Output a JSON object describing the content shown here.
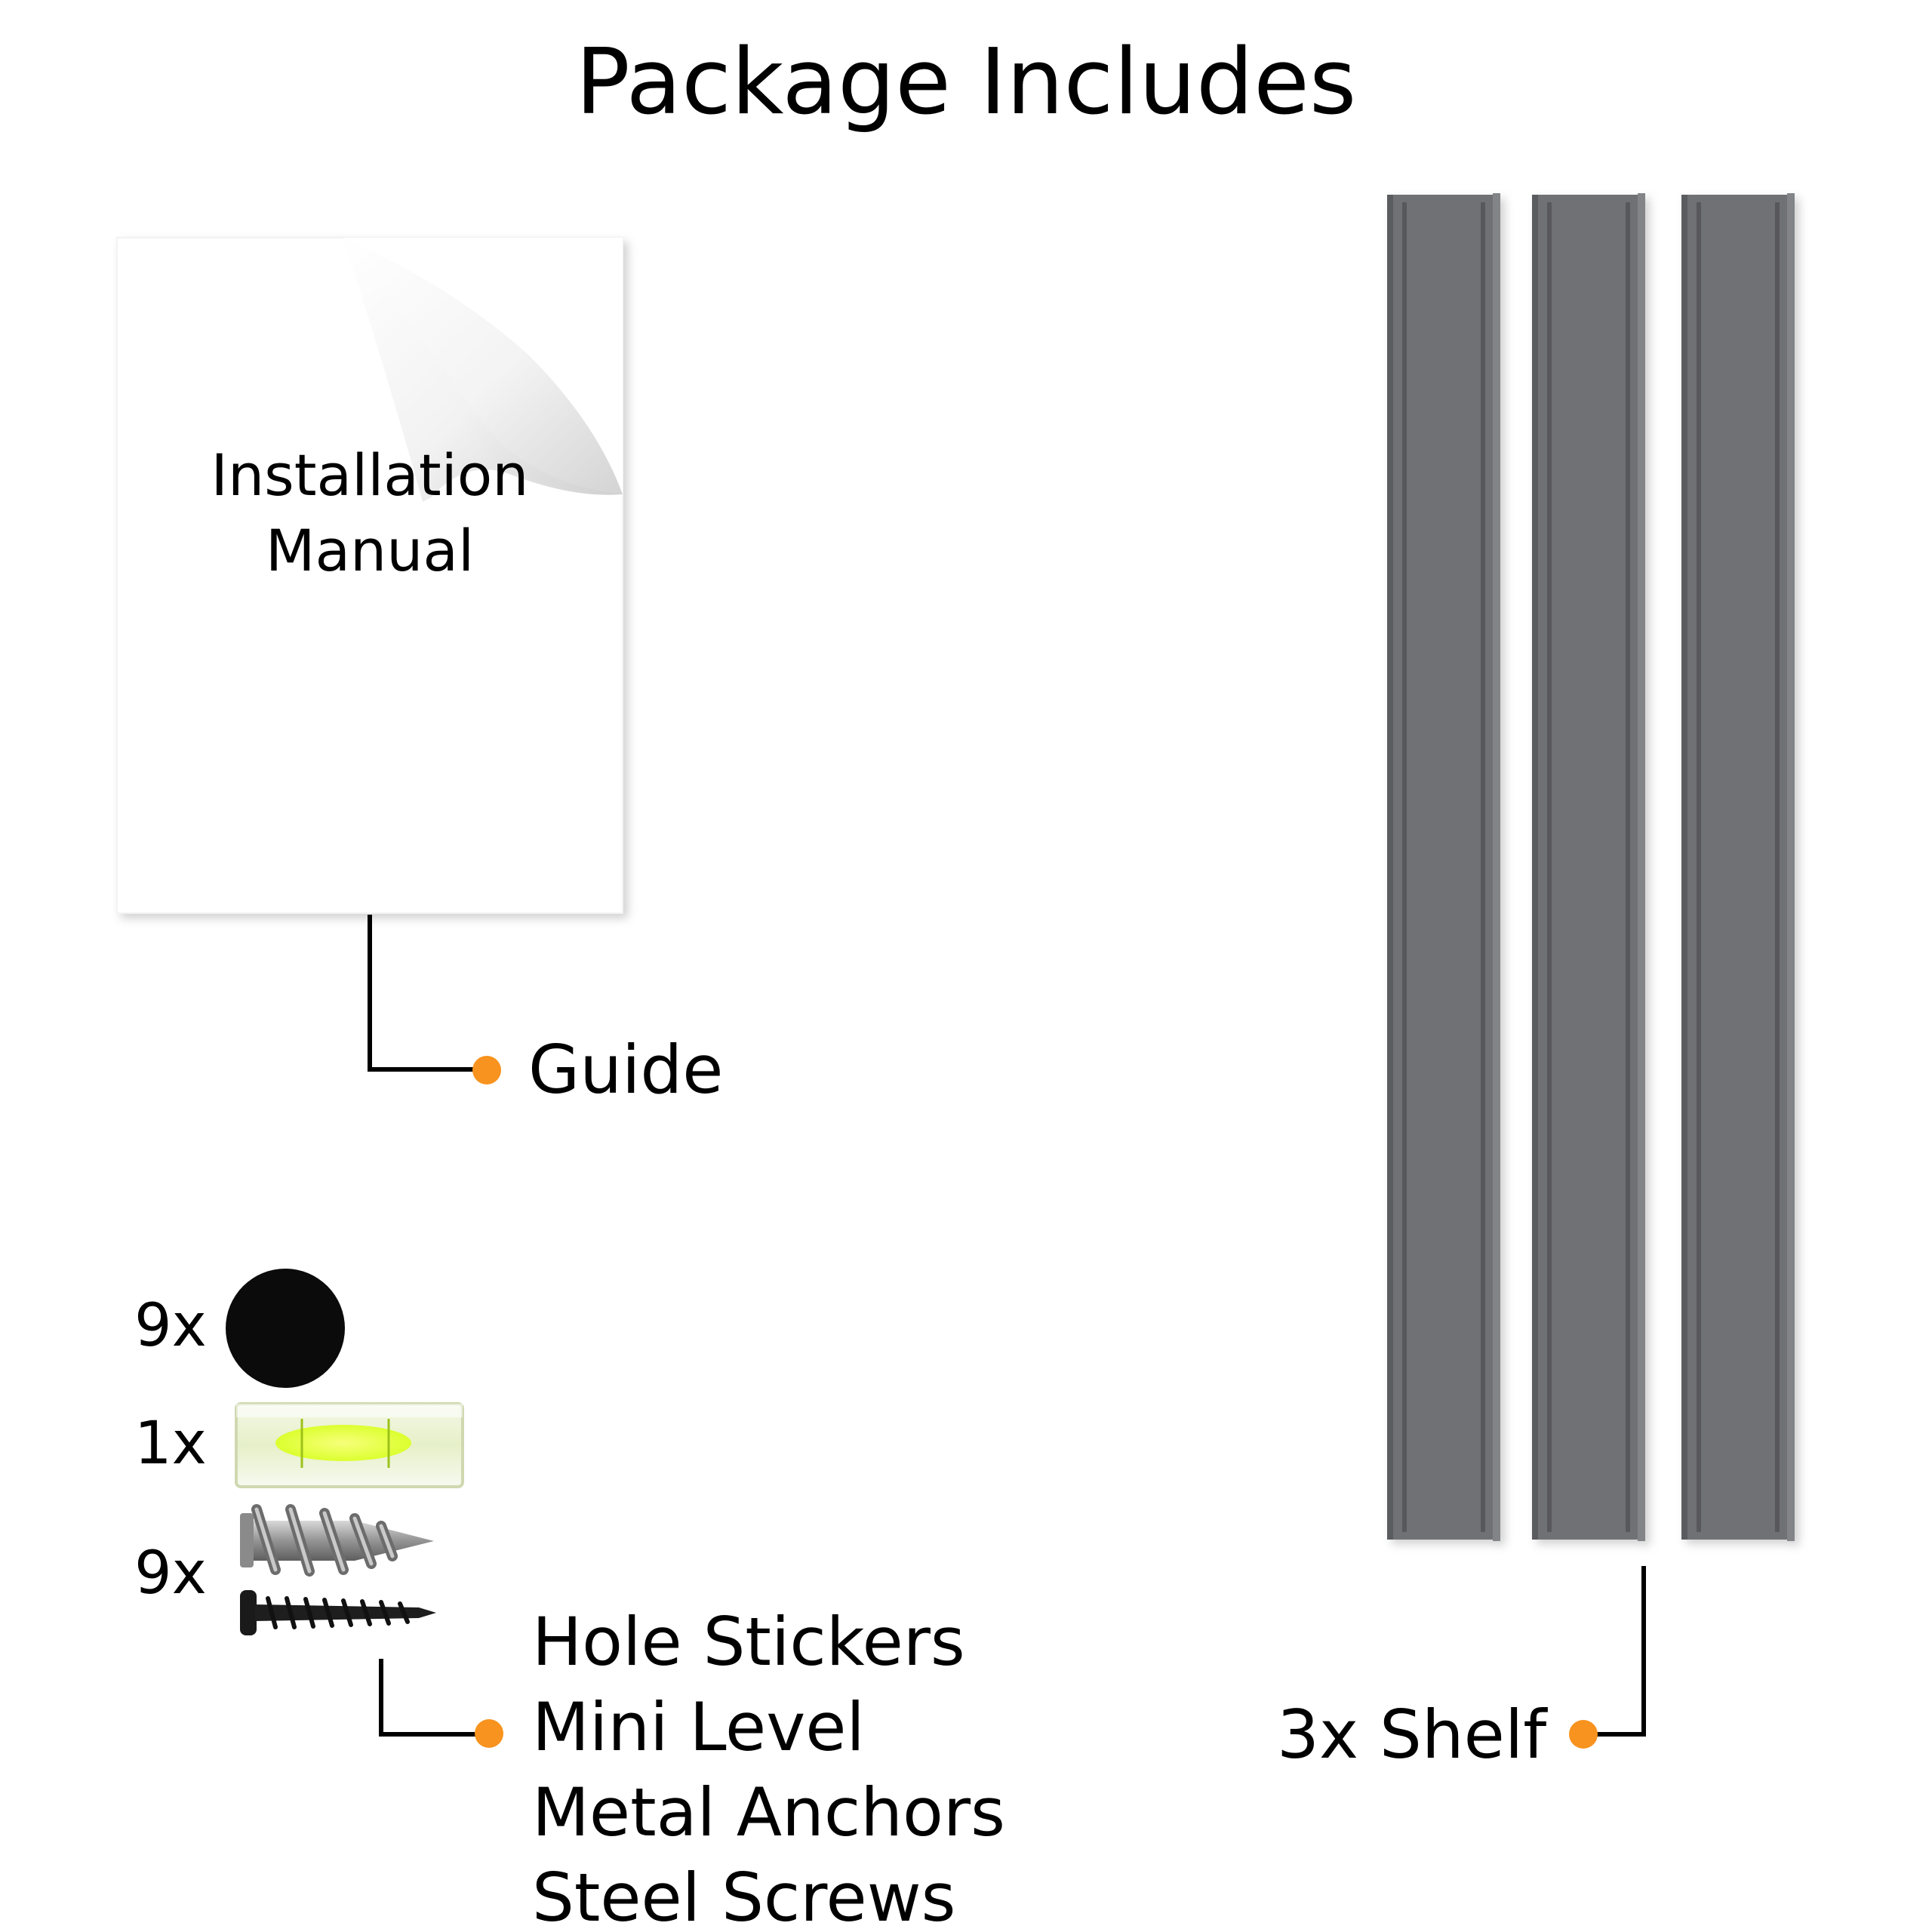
{
  "title": "Package Includes",
  "colors": {
    "text": "#000000",
    "bullet": "#f7931e",
    "shelf": "#6f7174",
    "connector": "#000000"
  },
  "manual": {
    "line1": "Installation",
    "line2": "Manual"
  },
  "callouts": {
    "guide": "Guide",
    "shelf": "3x Shelf",
    "hardware": [
      "Hole Stickers",
      "Mini Level",
      "Metal Anchors",
      "Steel Screws"
    ]
  },
  "hardware_quantities": {
    "hole_stickers": "9x",
    "mini_level": "1x",
    "anchors_and_screws": "9x"
  },
  "icons": {
    "manual": "page-curl-icon",
    "hole_sticker": "black-circle-icon",
    "mini_level": "bubble-level-icon",
    "anchor": "drywall-anchor-icon",
    "screw": "screw-icon",
    "shelf": "shelf-rail-icon"
  }
}
